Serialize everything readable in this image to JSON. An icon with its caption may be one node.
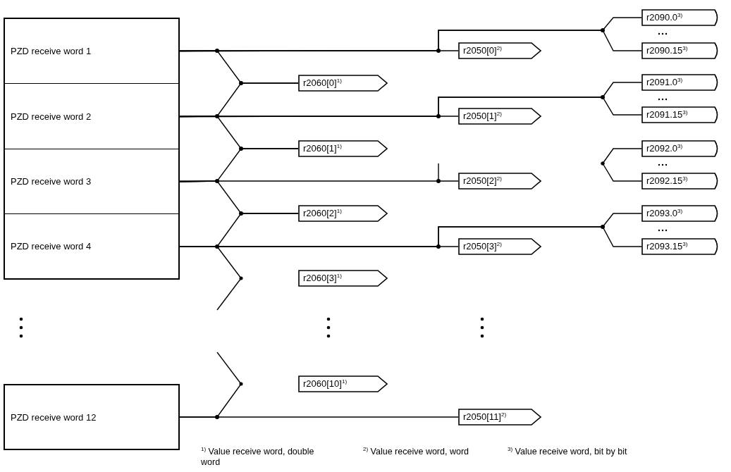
{
  "diagram": {
    "nodes": [
      {
        "text": [
          "PZD receive word 1"
        ]
      },
      {
        "text": [
          "PZD receive word 2"
        ]
      },
      {
        "text": [
          "PZD receive word 3"
        ]
      },
      {
        "text": [
          "PZD receive word 4"
        ]
      },
      {
        "text": [
          "PZD receive word 12"
        ]
      },
      {
        "text": [
          "r2060[0]$^{1)}$"
        ]
      },
      {
        "text": [
          "r2060[1]$^{1)}$"
        ]
      },
      {
        "text": [
          "r2060[2]$^{1)}$"
        ]
      },
      {
        "text": [
          "r2060[3]$^{1)}$"
        ]
      },
      {
        "text": [
          "r2060[10]$^{1)}$"
        ]
      },
      {
        "text": [
          "r2050[0]$^{2)}$"
        ]
      },
      {
        "text": [
          "r2050[1]$^{2)}$"
        ]
      },
      {
        "text": [
          "r2050[2]$^{2)}$"
        ]
      },
      {
        "text": [
          "r2050[3]$^{2)}$"
        ]
      },
      {
        "text": [
          "r2050[11]$^{2)}$"
        ]
      },
      {
        "text": [
          "r2090.0$^{3)}$"
        ]
      },
      {
        "text": [
          "r2090.15$^{3)}$"
        ]
      },
      {
        "text": [
          "r2091.0$^{3)}$"
        ]
      },
      {
        "text": [
          "r2091.15$^{3)}$"
        ]
      },
      {
        "text": [
          "r2092.0$^{3)}$"
        ]
      },
      {
        "text": [
          "r2092.15$^{3)}$"
        ]
      },
      {
        "text": [
          "r2093.0$^{3)}$"
        ]
      },
      {
        "text": [
          "r2093.15$^{3)}$"
        ]
      }
    ],
    "edges": [
      {
        "from": 0,
        "to": 10,
        "arrow": "none"
      },
      {
        "from": 0,
        "to": 15,
        "arrow": "none"
      },
      {
        "from": 0,
        "to": 16,
        "arrow": "none"
      },
      {
        "from": 0,
        "to": 5,
        "arrow": "none"
      },
      {
        "from": 1,
        "to": 5,
        "arrow": "none"
      },
      {
        "from": 1,
        "to": 11,
        "arrow": "none"
      },
      {
        "from": 1,
        "to": 17,
        "arrow": "none"
      },
      {
        "from": 1,
        "to": 18,
        "arrow": "none"
      },
      {
        "from": 1,
        "to": 6,
        "arrow": "none"
      },
      {
        "from": 2,
        "to": 6,
        "arrow": "none"
      },
      {
        "from": 2,
        "to": 12,
        "arrow": "none"
      },
      {
        "from": null,
        "to": 19,
        "arrow": "other"
      },
      {
        "from": null,
        "to": 20,
        "arrow": "other"
      },
      {
        "from": 2,
        "to": 7,
        "arrow": "none"
      },
      {
        "from": 3,
        "to": 7,
        "arrow": "none"
      },
      {
        "from": 3,
        "to": 13,
        "arrow": "none"
      },
      {
        "from": 3,
        "to": 21,
        "arrow": "none"
      },
      {
        "from": 3,
        "to": 22,
        "arrow": "none"
      },
      {
        "from": 3,
        "to": null,
        "arrow": "other"
      },
      {
        "from": 4,
        "to": null,
        "arrow": "other"
      },
      {
        "from": 4,
        "to": 14,
        "arrow": "none"
      }
    ],
    "labels": [
      "$^{1)}$ Value receive word, double word",
      "$^{2)}$ Value receive word, word",
      "$^{3)}$ Value receive word, bit by bit"
    ]
  }
}
